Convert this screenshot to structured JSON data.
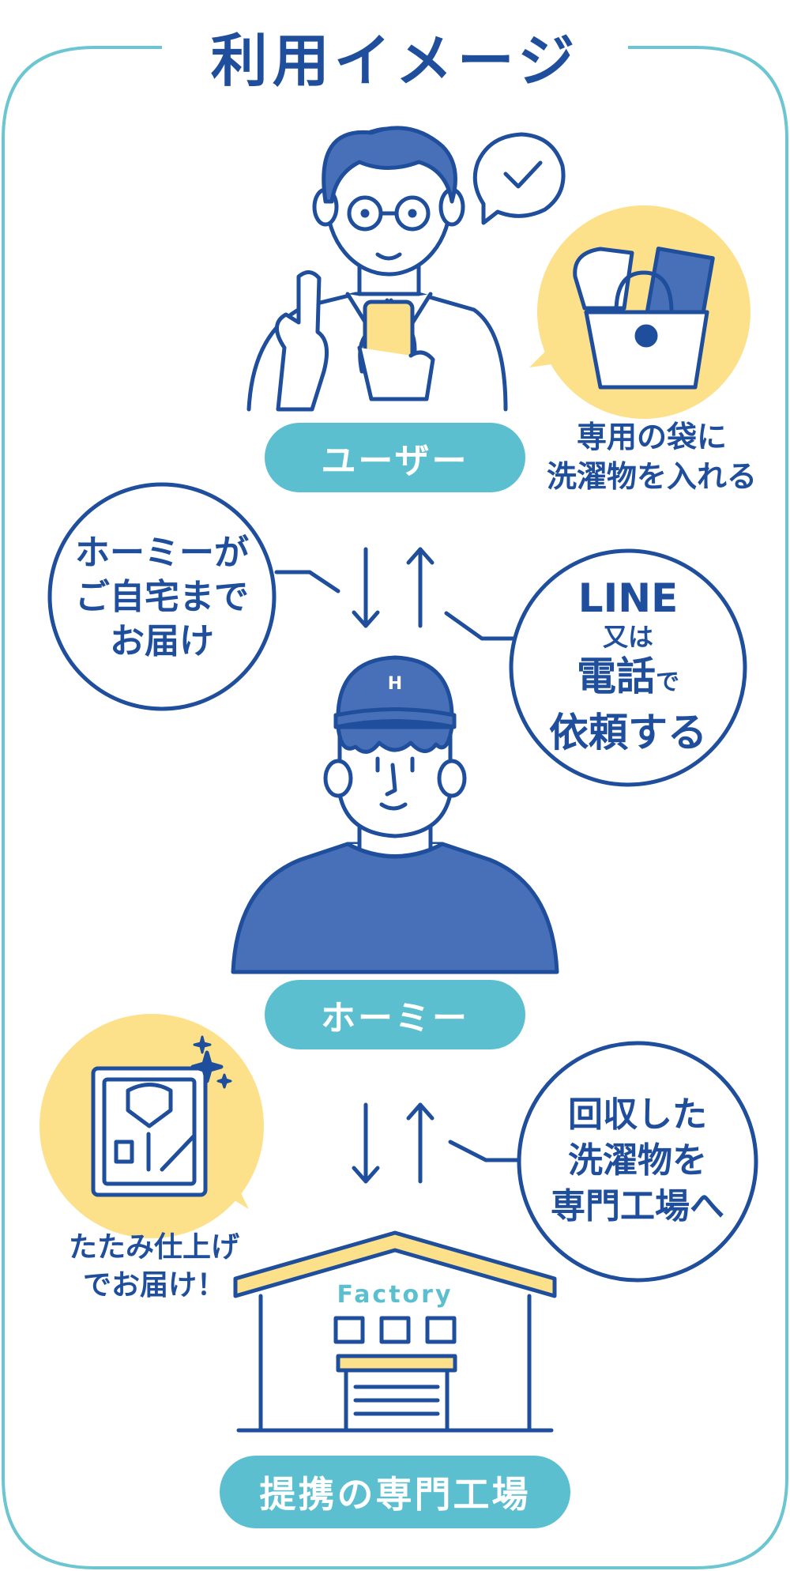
{
  "title": "利用イメージ",
  "colors": {
    "navy": "#1f4e9c",
    "teal": "#5bbfd0",
    "yellow": "#fde08a",
    "blue": "#4770b8",
    "frame": "#6cc6d2"
  },
  "nodes": {
    "user": "ユーザー",
    "homie": "ホーミー",
    "factory": "提携の専門工場"
  },
  "captions": {
    "bag_line1": "専用の袋に",
    "bag_line2": "洗濯物を入れる",
    "folded_line1": "たたみ仕上げ",
    "folded_line2": "でお届け！"
  },
  "bubbles": {
    "delivery": {
      "line1": "ホーミーが",
      "line2": "ご自宅まで",
      "line3": "お届け"
    },
    "request": {
      "line1": "LINE",
      "line2": "又は",
      "line3a": "電話",
      "line3b": "で",
      "line4": "依頼する"
    },
    "collect": {
      "line1": "回収した",
      "line2": "洗濯物を",
      "line3": "専門工場へ"
    }
  },
  "factory_sign": "Factory",
  "cap_logo": "H"
}
